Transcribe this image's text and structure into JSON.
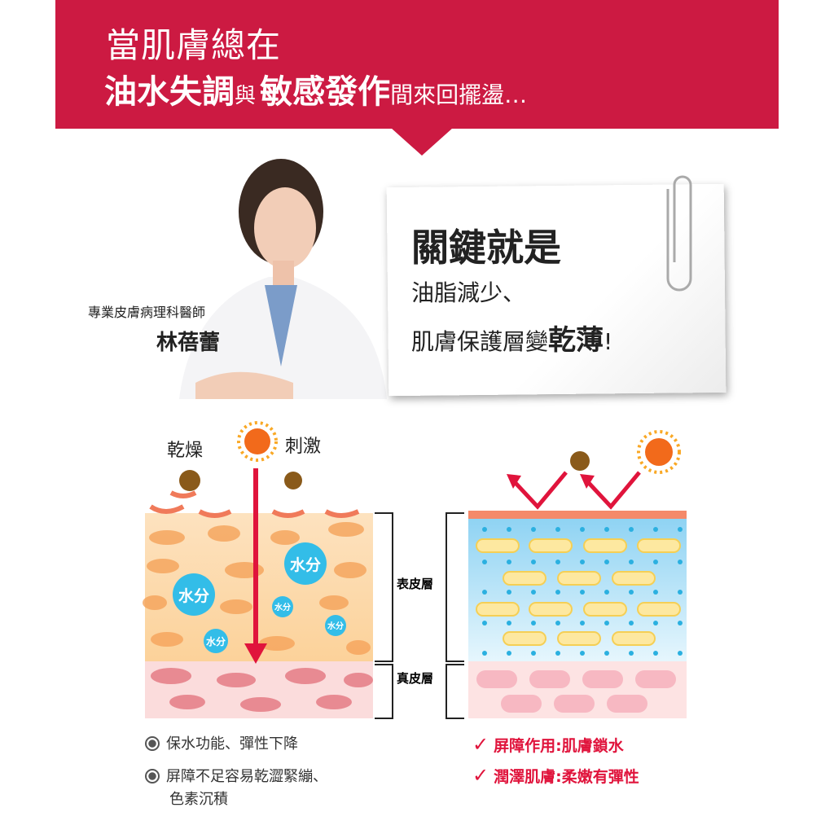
{
  "banner": {
    "line1": "當肌膚總在",
    "part1": "油水失調",
    "conj": "與",
    "part2": "敏感發作",
    "tail": "間來回擺盪…"
  },
  "doctor": {
    "title": "專業皮膚病理科醫師",
    "name": "林蓓蕾"
  },
  "card": {
    "heading": "關鍵就是",
    "line1": "油脂減少、",
    "line2a": "肌膚保護層變",
    "line2b": "乾薄",
    "line2c": "!"
  },
  "diagram": {
    "dry": "乾燥",
    "irritant": "刺激",
    "water": "水分",
    "epidermis": "表皮層",
    "dermis": "真皮層"
  },
  "left_points": [
    "保水功能、彈性下降",
    "屏障不足容易乾澀緊繃、",
    "色素沉積"
  ],
  "right_points": [
    "屏障作用:肌膚鎖水",
    "潤澤肌膚:柔嫩有彈性"
  ],
  "colors": {
    "brand": "#cc1a42",
    "accent": "#e0143c"
  }
}
